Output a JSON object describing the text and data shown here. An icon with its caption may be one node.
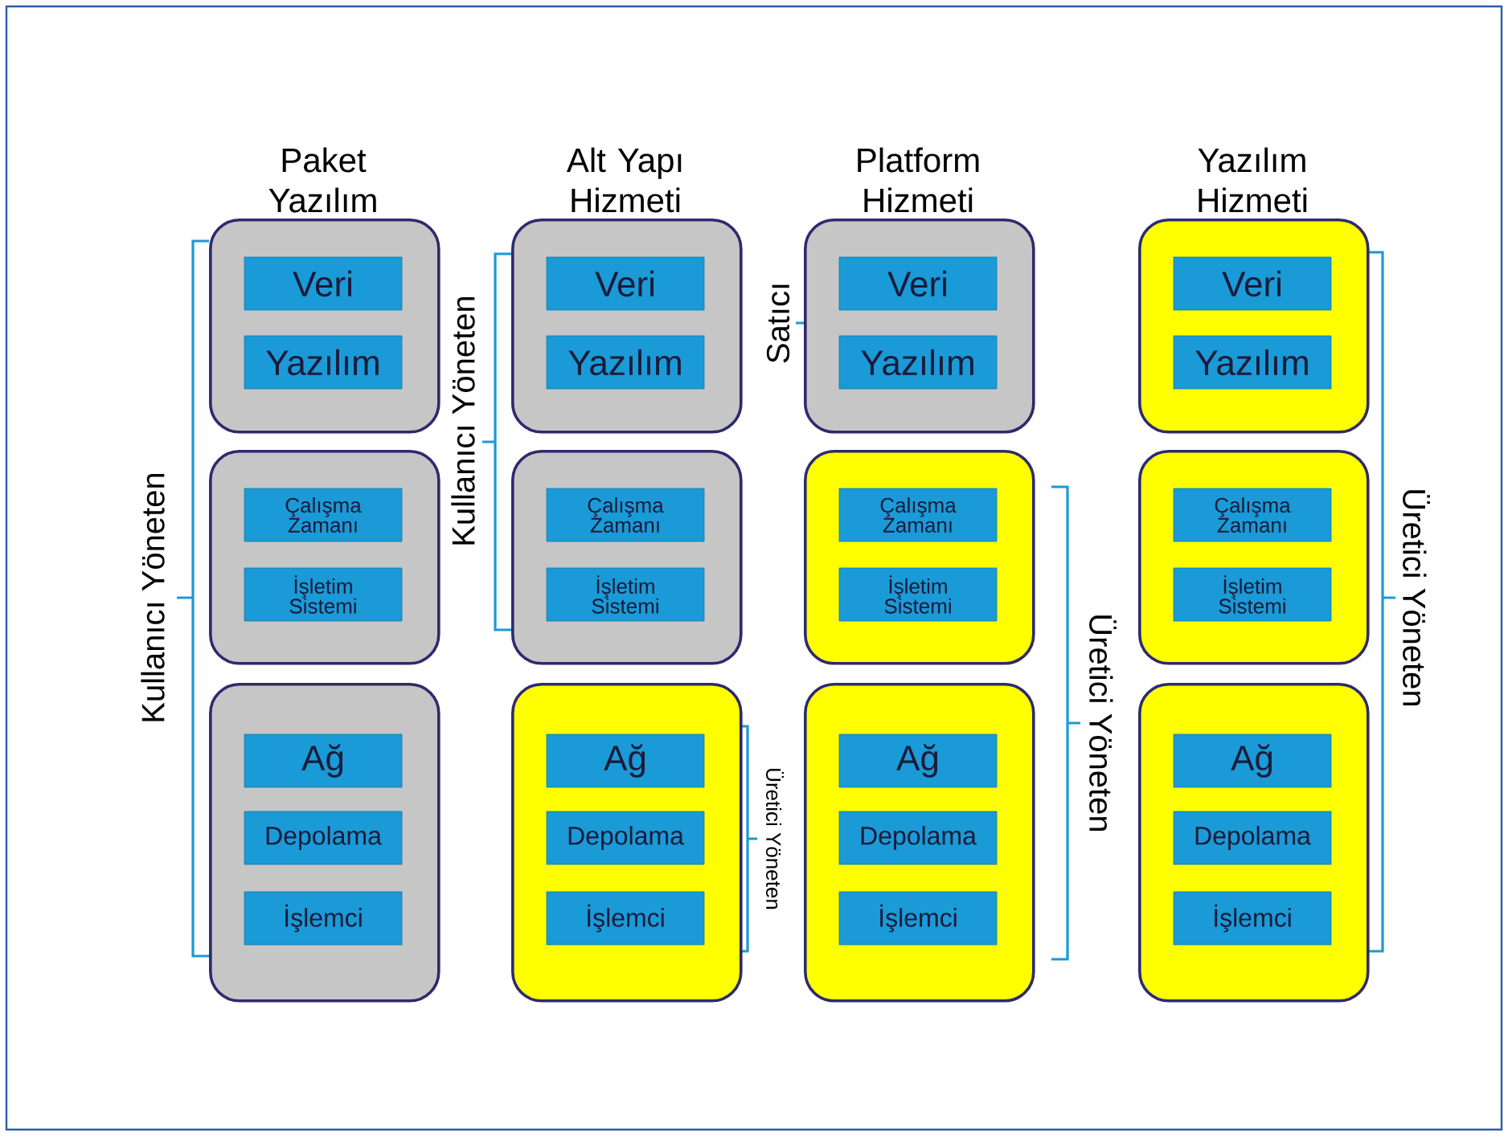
{
  "diagram": {
    "nodes": [
      {
        "text": [],
        "shape": "box"
      },
      {
        "text": [
          "Veri"
        ],
        "in": 0
      },
      {
        "text": [
          "Yazılım"
        ],
        "in": 0
      },
      {
        "text": [],
        "shape": "box"
      },
      {
        "text": [
          "Çalışma Zamanı"
        ],
        "in": 3
      },
      {
        "text": [
          "İşletim Sistemi"
        ],
        "in": 3
      },
      {
        "text": [],
        "shape": "box"
      },
      {
        "text": [
          "Ağ"
        ],
        "in": 6
      },
      {
        "text": [
          "Depolama"
        ],
        "in": 6
      },
      {
        "text": [
          "İşlemci"
        ],
        "in": 6
      },
      {
        "text": [],
        "shape": "box"
      },
      {
        "text": [
          "Veri"
        ],
        "in": 10
      },
      {
        "text": [
          "Yazılım"
        ],
        "in": 10
      },
      {
        "text": [],
        "shape": "box"
      },
      {
        "text": [
          "Çalışma Zamanı"
        ],
        "in": 13
      },
      {
        "text": [
          "İşletim Sistemi"
        ],
        "in": 13
      },
      {
        "text": [],
        "shape": "box"
      },
      {
        "text": [
          "Ağ"
        ],
        "in": 16
      },
      {
        "text": [
          "Depolama"
        ],
        "in": 16
      },
      {
        "text": [
          "İşlemci"
        ],
        "in": 16
      },
      {
        "text": [],
        "shape": "box"
      },
      {
        "text": [
          "Veri"
        ],
        "in": 20
      },
      {
        "text": [
          "Yazılım"
        ],
        "in": 20
      },
      {
        "text": [],
        "shape": "box"
      },
      {
        "text": [
          "Çalışma Zamanı"
        ],
        "in": 23
      },
      {
        "text": [
          "İşletim Sistemi"
        ],
        "in": 23
      },
      {
        "text": [],
        "shape": "box"
      },
      {
        "text": [
          "Ağ"
        ],
        "in": 26
      },
      {
        "text": [
          "Depolama"
        ],
        "in": 26
      },
      {
        "text": [
          "İşlemci"
        ],
        "in": 26
      },
      {
        "text": [],
        "shape": "box"
      },
      {
        "text": [
          "Veri"
        ],
        "in": 30
      },
      {
        "text": [
          "Yazılım"
        ],
        "in": 30
      },
      {
        "text": [],
        "shape": "box"
      },
      {
        "text": [
          "Çalışma Zamanı"
        ],
        "in": 33
      },
      {
        "text": [
          "İşletim Sistemi"
        ],
        "in": 33
      },
      {
        "text": [],
        "shape": "box"
      },
      {
        "text": [
          "Ağ"
        ],
        "in": 36
      },
      {
        "text": [
          "Depolama"
        ],
        "in": 36
      },
      {
        "text": [
          "İşlemci"
        ],
        "in": 36
      }
    ],
    "labels": [
      "Paket Yazılım",
      "Alt Yapı Hizmeti",
      "Platform Hizmeti",
      "Yazılım Hizmeti",
      "Kullanıcı Yöneten",
      "Kullanıcı Yöneten",
      "Satıcı",
      "Üretici Yöneten",
      "Üretici Yöneten",
      "Üretici Yöneten"
    ]
  }
}
